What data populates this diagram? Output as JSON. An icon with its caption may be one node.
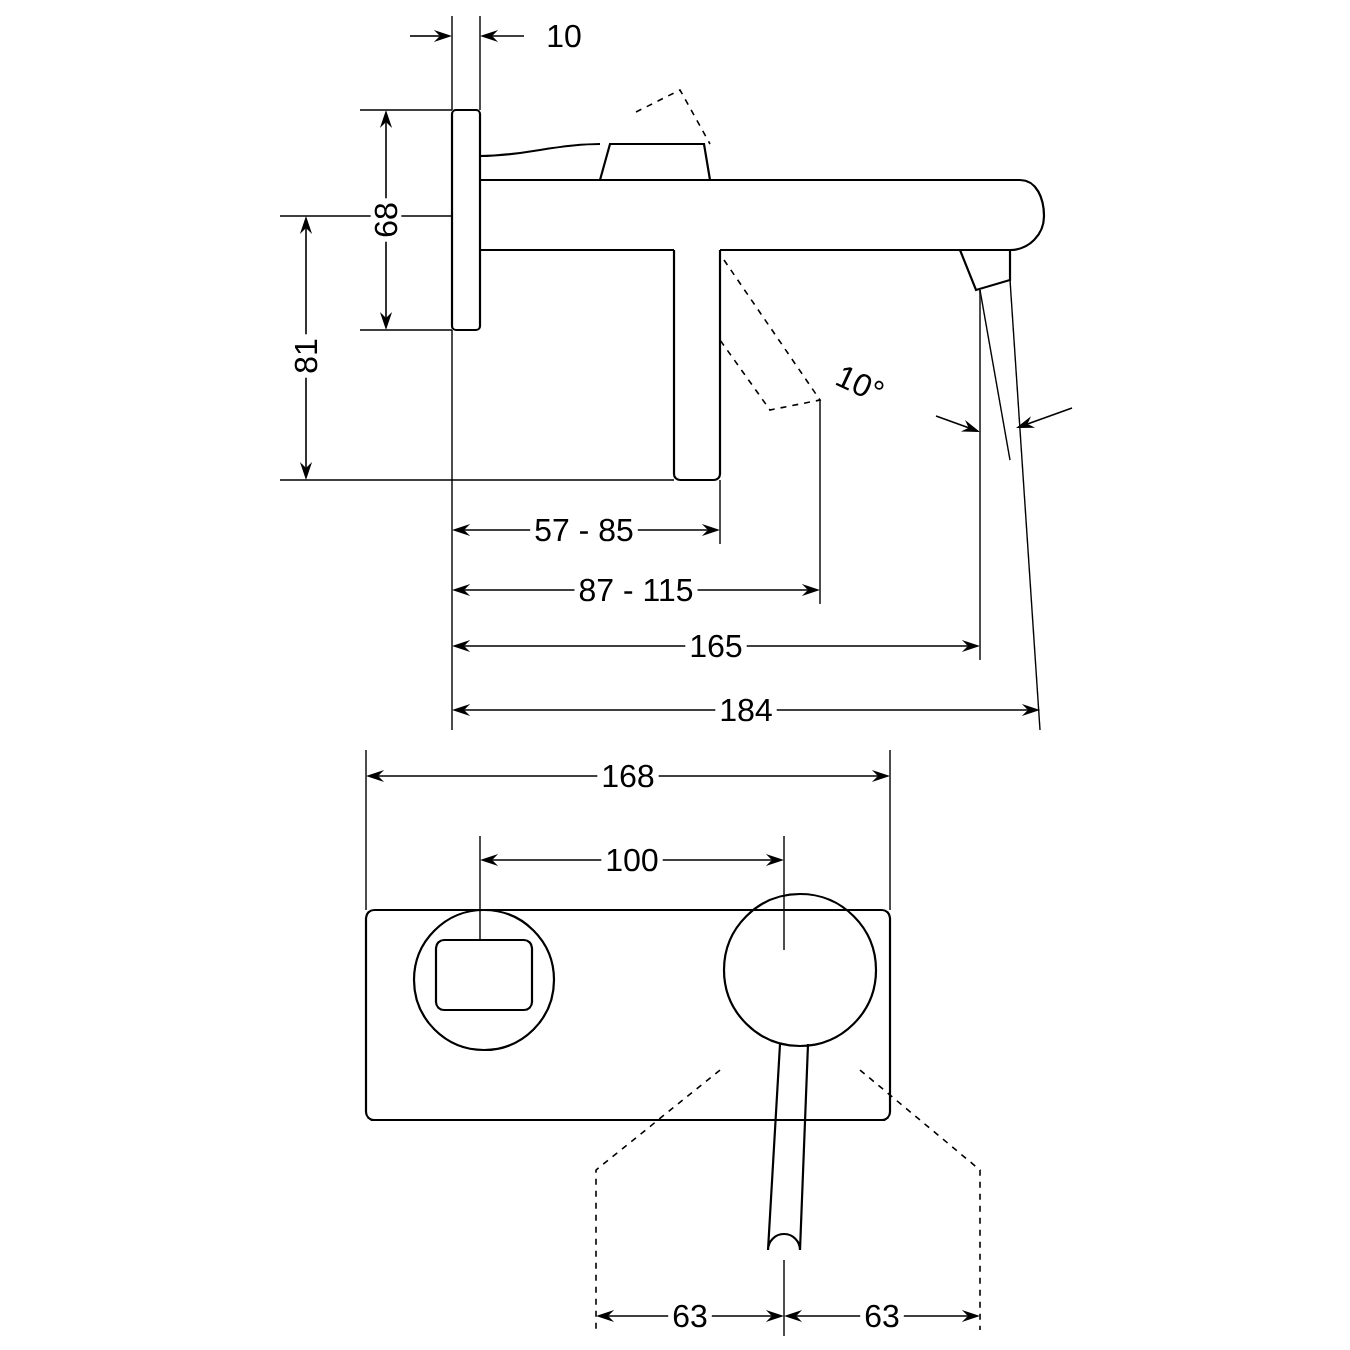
{
  "diagram": {
    "labels": [
      "10",
      "68",
      "81",
      "10°",
      "57 - 85",
      "87 - 115",
      "165",
      "184",
      "168",
      "100",
      "63",
      "63"
    ]
  }
}
